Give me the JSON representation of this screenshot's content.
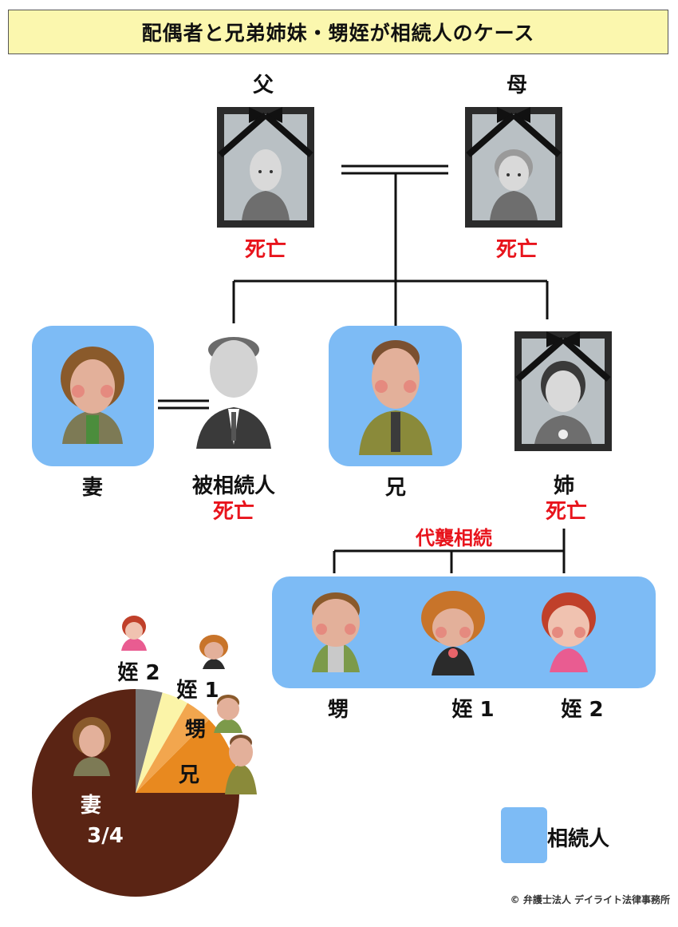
{
  "title": "配偶者と兄弟姉妹・甥姪が相続人のケース",
  "labels": {
    "father": "父",
    "mother": "母",
    "deceased": "死亡",
    "wife": "妻",
    "decedent": "被相続人",
    "elder_brother": "兄",
    "elder_sister": "姉",
    "representation": "代襲相続",
    "nephew": "甥",
    "niece1": "姪 1",
    "niece2": "姪 2"
  },
  "legend": {
    "label": "相続人",
    "color": "#7dbbf5"
  },
  "pie": {
    "wife_label": "妻",
    "wife_share": "3/4",
    "brother_label": "兄",
    "nephew_label": "甥",
    "niece1_label": "姪 1",
    "niece2_label": "姪 2"
  },
  "chart_data": {
    "type": "pie",
    "slices": [
      {
        "label": "妻",
        "value": 0.75,
        "color": "#5a2414"
      },
      {
        "label": "兄",
        "value": 0.125,
        "color": "#e8891f"
      },
      {
        "label": "甥",
        "value": 0.0417,
        "color": "#f2a64e"
      },
      {
        "label": "姪 1",
        "value": 0.0417,
        "color": "#fbf4a8"
      },
      {
        "label": "姪 2",
        "value": 0.0416,
        "color": "#7a7a7a"
      }
    ]
  },
  "copyright": "© 弁護士法人 デイライト法律事務所"
}
